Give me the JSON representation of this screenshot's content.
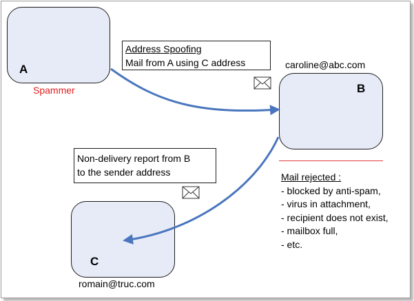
{
  "nodes": {
    "a": {
      "letter": "A",
      "caption": "Spammer"
    },
    "b": {
      "letter": "B",
      "caption": "caroline@abc.com"
    },
    "c": {
      "letter": "C",
      "caption": "romain@truc.com"
    }
  },
  "spoofing_callout": {
    "title": "Address Spoofing",
    "text": "Mail from A using C address"
  },
  "ndr_callout": {
    "line1": "Non-delivery report from B",
    "line2": "to the sender address"
  },
  "rejection": {
    "heading": "Mail rejected :",
    "reasons": [
      "- blocked by anti-spam,",
      "- virus in attachment,",
      "- recipient does not exist,",
      "- mailbox full,",
      "- etc."
    ]
  },
  "icons": {
    "envelope": "envelope-icon"
  },
  "colors": {
    "node_fill": "#e6ebf7",
    "arrow": "#4a76bd",
    "spammer_text": "#e02020",
    "rule": "#e23c3c"
  }
}
